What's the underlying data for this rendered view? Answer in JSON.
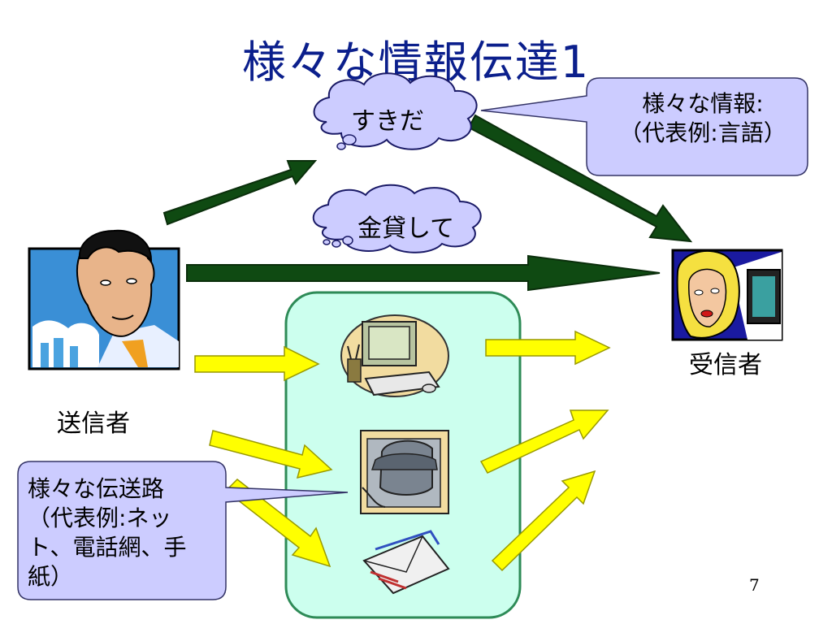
{
  "slide": {
    "title": "様々な情報伝達1",
    "page_number": "7"
  },
  "sender": {
    "label": "送信者"
  },
  "receiver": {
    "label": "受信者"
  },
  "clouds": [
    {
      "text": "すきだ"
    },
    {
      "text": "金貸して"
    }
  ],
  "callouts": {
    "info": {
      "line1": "様々な情報:",
      "line2": "（代表例:言語）"
    },
    "channel": {
      "line1": "様々な伝送路",
      "line2": "（代表例:ネッ",
      "line3": "ト、電話網、手",
      "line4": "紙）"
    }
  },
  "colors": {
    "title": "#0b1f8c",
    "dark_arrow": "#0f4a12",
    "yellow_arrow": "#ffff00",
    "callout_fill": "#ccccff",
    "channel_box_fill": "#ccffee",
    "channel_box_border": "#2e8b57"
  },
  "icons": [
    "man-portrait-icon",
    "woman-portrait-icon",
    "computer-icon",
    "telephone-icon",
    "envelope-icon"
  ]
}
